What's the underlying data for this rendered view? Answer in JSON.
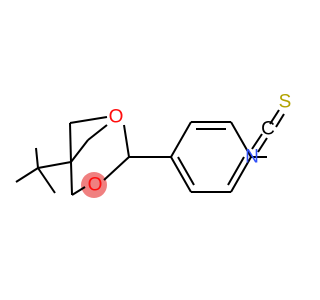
{
  "molecule": {
    "atoms": {
      "o_top": "O",
      "o_bottom": "O",
      "n": "N",
      "c_iso": "C",
      "s": "S"
    },
    "colors": {
      "oxygen": "#ff0d0d",
      "nitrogen": "#3050f8",
      "sulfur": "#b2a300",
      "carbon": "#000000",
      "bond": "#000000",
      "highlight": "#f08080"
    }
  }
}
